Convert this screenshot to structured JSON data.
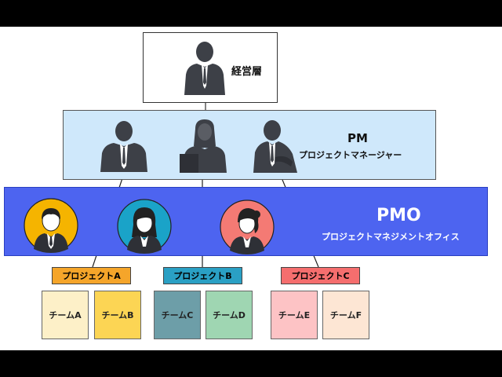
{
  "executive": {
    "label": "経営層",
    "icon": "executive-person-icon"
  },
  "pm": {
    "title": "PM",
    "subtitle": "プロジェクトマネージャー",
    "icons": [
      "male-manager-icon",
      "female-manager-icon",
      "male-manager-icon"
    ]
  },
  "pmo": {
    "title": "PMO",
    "subtitle": "プロジェクトマネジメントオフィス",
    "avatars": [
      {
        "icon": "male-avatar-icon",
        "color": "#f5b400"
      },
      {
        "icon": "female-avatar-icon",
        "color": "#1aa3c8"
      },
      {
        "icon": "female-avatar-icon",
        "color": "#f47a74"
      }
    ]
  },
  "projects": [
    {
      "label": "プロジェクトA",
      "color": "#f5a52a"
    },
    {
      "label": "プロジェクトB",
      "color": "#2aa0c4"
    },
    {
      "label": "プロジェクトC",
      "color": "#f56e6e"
    }
  ],
  "teams": [
    {
      "label": "チームA",
      "color": "#fdf0c8"
    },
    {
      "label": "チームB",
      "color": "#fcd554"
    },
    {
      "label": "チームC",
      "color": "#6d9ea8"
    },
    {
      "label": "チームD",
      "color": "#9fd6b2"
    },
    {
      "label": "チームE",
      "color": "#fdc3c5"
    },
    {
      "label": "チームF",
      "color": "#fde6d4"
    }
  ]
}
